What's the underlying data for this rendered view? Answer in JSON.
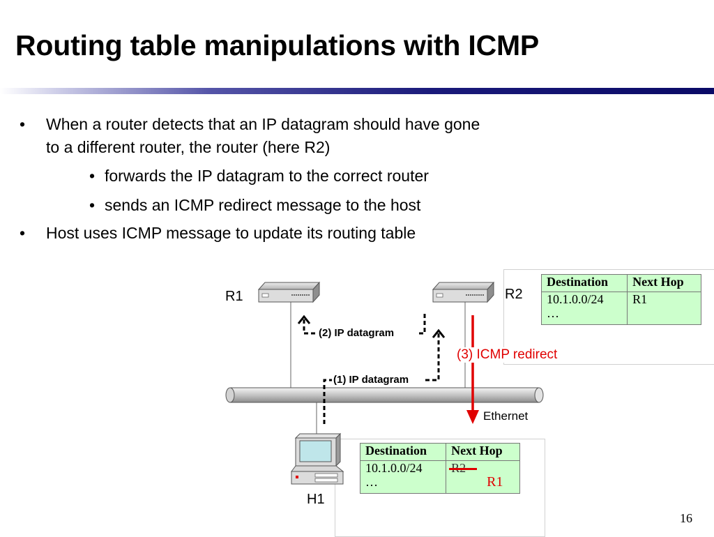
{
  "title": "Routing table manipulations with ICMP",
  "bullets": {
    "b1_line1": "When a router detects that an IP datagram should have gone",
    "b1_line2": "to a different router, the router (here R2)",
    "sub1": "forwards the IP datagram to the correct router",
    "sub2": "sends  an ICMP redirect message to the host",
    "b2": "Host uses ICMP message to update its routing table",
    "dot": "•"
  },
  "diagram": {
    "r1_label": "R1",
    "r2_label": "R2",
    "h1_label": "H1",
    "ethernet_label": "Ethernet",
    "datagram1": "(1) IP datagram",
    "datagram2": "(2) IP datagram",
    "redirect": "(3) ICMP redirect",
    "redirect_color": "#e00000"
  },
  "r2_table": {
    "headers": [
      "Destination",
      "Next Hop"
    ],
    "destination": "10.1.0.0/24",
    "destination_more": "…",
    "next_hop": "R1"
  },
  "h1_table": {
    "headers": [
      "Destination",
      "Next Hop"
    ],
    "destination": "10.1.0.0/24",
    "destination_more": "…",
    "next_hop_old": "R2",
    "next_hop_new": "R1"
  },
  "page_number": "16"
}
